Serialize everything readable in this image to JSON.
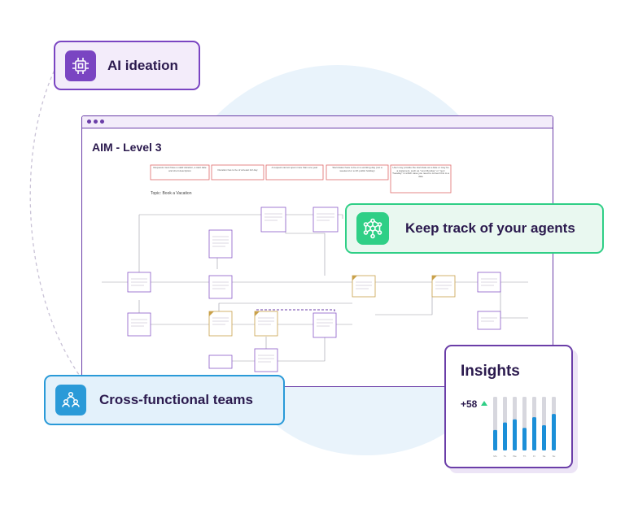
{
  "window": {
    "title": "AIM - Level 3",
    "topic": "Topic: Book a Vacation"
  },
  "cards": {
    "ai_ideation": "AI ideation",
    "agents": "Keep track of your agents",
    "teams": "Cross-functional teams",
    "insights_title": "Insights",
    "insights_value": "+58"
  },
  "colors": {
    "purple": "#7a45c2",
    "green": "#2fcf86",
    "blue": "#2a9ad8",
    "bar_track": "#d7d7de",
    "bar_fill": "#1b8fd8"
  },
  "icons": {
    "ai": "chip-icon",
    "agents": "network-icon",
    "teams": "people-icon"
  },
  "rules": [
    "Requests must have a valid duration, a start date and short description",
    "Duration has to be of at least 1/2 day",
    "A request cannot span more than one year",
    "Start dates have to be on a working day (not a weekend or a UK public holiday)",
    "User may provide the start date as a date or may be a statement, such as \"next Monday\" or \"next Tuesday\" in which case you need to convert this to a date"
  ],
  "chart_data": {
    "type": "bar",
    "categories": [
      "Mo",
      "Tu",
      "We",
      "Th",
      "Fr",
      "Sa",
      "Su"
    ],
    "values": [
      0.38,
      0.52,
      0.58,
      0.42,
      0.62,
      0.47,
      0.68
    ],
    "ylim": [
      0,
      1
    ]
  }
}
